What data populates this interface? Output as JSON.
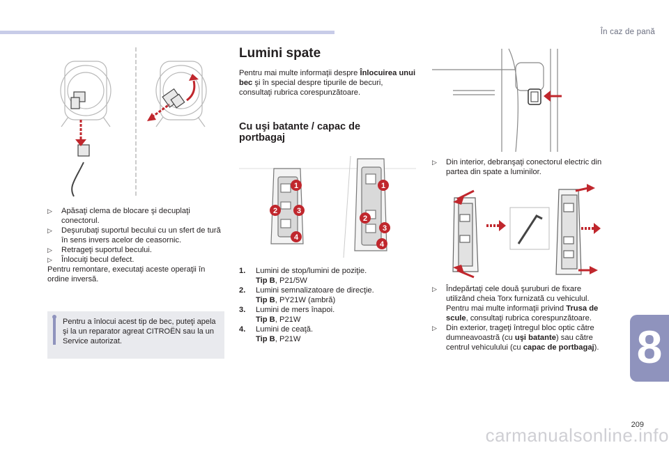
{
  "header": {
    "title": "În caz de pană",
    "chapter_number": "8",
    "page_number": "209",
    "watermark": "carmanualsonline.info"
  },
  "colors": {
    "accent_bar": "#c8cce8",
    "chapter_tab": "#8f93bd",
    "callout_red": "#c0272d",
    "info_box": "#e9eaee",
    "info_stripe": "#8f93bd"
  },
  "left_column": {
    "steps": [
      "Apăsaţi clema de blocare şi decuplaţi conectorul.",
      "Deşurubaţi suportul becului cu un sfert de tură în sens invers acelor de ceasornic.",
      "Retrageţi suportul becului.",
      "Înlocuiţi becul defect."
    ],
    "reassembly_note": "Pentru remontare, executaţi aceste operaţii în ordine inversă.",
    "info_box": "Pentru a înlocui acest tip de bec, puteţi apela şi la un reparator agreat CITROËN sau la un Service autorizat."
  },
  "middle_column": {
    "title": "Lumini spate",
    "intro_prefix": "Pentru mai multe informaţii despre ",
    "intro_bold": "Înlocuirea unui bec",
    "intro_suffix": " şi în special despre tipurile de becuri, consultaţi rubrica corespunzătoare.",
    "subtitle": "Cu uşi batante / capac de portbagaj",
    "callouts": [
      "1",
      "2",
      "3",
      "4"
    ],
    "type_label": "Tip B",
    "lamps": [
      {
        "num": "1.",
        "name": "Lumini de stop/lumini de poziţie.",
        "spec": ", P21/5W"
      },
      {
        "num": "2.",
        "name": "Lumini semnalizatoare de direcţie.",
        "spec": ", PY21W (ambră)"
      },
      {
        "num": "3.",
        "name": "Lumini de mers înapoi.",
        "spec": ", P21W"
      },
      {
        "num": "4.",
        "name": "Lumini de ceaţă.",
        "spec": ", P21W"
      }
    ]
  },
  "right_column": {
    "step_connector": "Din interior, debranşaţi conectorul electric din partea din spate a luminilor.",
    "step_screws_prefix": "Îndepărtaţi cele două şuruburi de fixare utilizând cheia Torx furnizată cu vehiculul. Pentru mai multe informaţii privind ",
    "step_screws_bold": "Trusa de scule",
    "step_screws_suffix": ", consultaţi rubrica corespunzătoare.",
    "step_pull_prefix": "Din exterior, trageţi întregul bloc optic către dumneavoastră (cu ",
    "step_pull_bold1": "uşi batante",
    "step_pull_mid": ") sau către centrul vehiculului (cu ",
    "step_pull_bold2": "capac de portbagaj",
    "step_pull_suffix": ")."
  },
  "bullet_glyph": "",
  "icons": {
    "bullet": "arrow-bullet-icon",
    "info": "info-icon"
  }
}
